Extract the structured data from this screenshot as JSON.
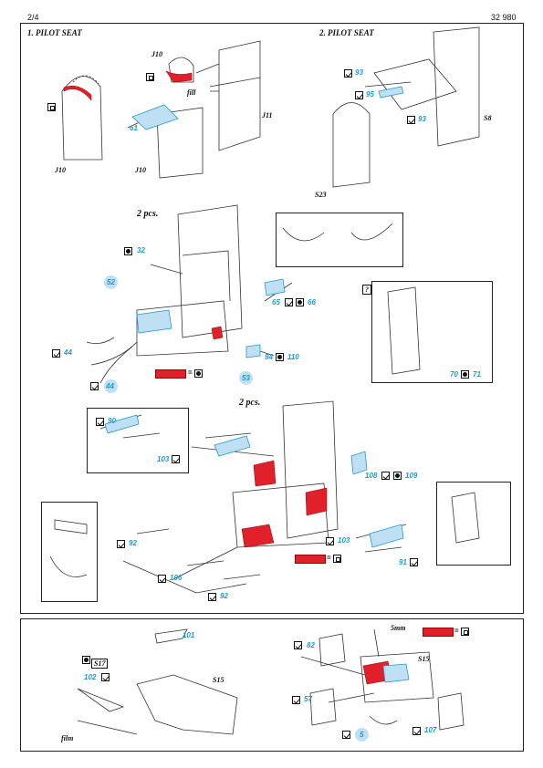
{
  "header": {
    "page": "2/4",
    "code": "32 980"
  },
  "sections": {
    "pilot_seat_1": "1. PILOT SEAT",
    "pilot_seat_2": "2. PILOT SEAT"
  },
  "notes": {
    "pcs_a": "2 pcs.",
    "pcs_b": "2 pcs.",
    "fill": "fill",
    "film": "film",
    "mm": "5mm",
    "question": "?"
  },
  "labels": {
    "j10_a": "J10",
    "j10_b": "J10",
    "j10_c": "J10",
    "j11": "J11",
    "s8": "S8",
    "s23": "S23",
    "s15_a": "S15",
    "s15_b": "S15",
    "s17": "S17"
  },
  "part_numbers": {
    "p61": "61",
    "p93a": "93",
    "p95": "95",
    "p93b": "93",
    "p32": "32",
    "p52": "52",
    "p44a": "44",
    "p44b": "44",
    "p65": "65",
    "p66": "66",
    "p94": "94",
    "p110": "110",
    "p53": "53",
    "p70": "70",
    "p71": "71",
    "p90": "90",
    "p103a": "103",
    "p108": "108",
    "p109": "109",
    "p103b": "103",
    "p92a": "92",
    "p91": "91",
    "p106": "106",
    "p92b": "92",
    "p101": "101",
    "p102": "102",
    "p82": "82",
    "p57": "57",
    "p5": "5",
    "p107": "107"
  },
  "colors": {
    "paint_red": "#e0202a",
    "part_blue": "#1f9bd1",
    "part_fill": "#bfe0f2"
  }
}
